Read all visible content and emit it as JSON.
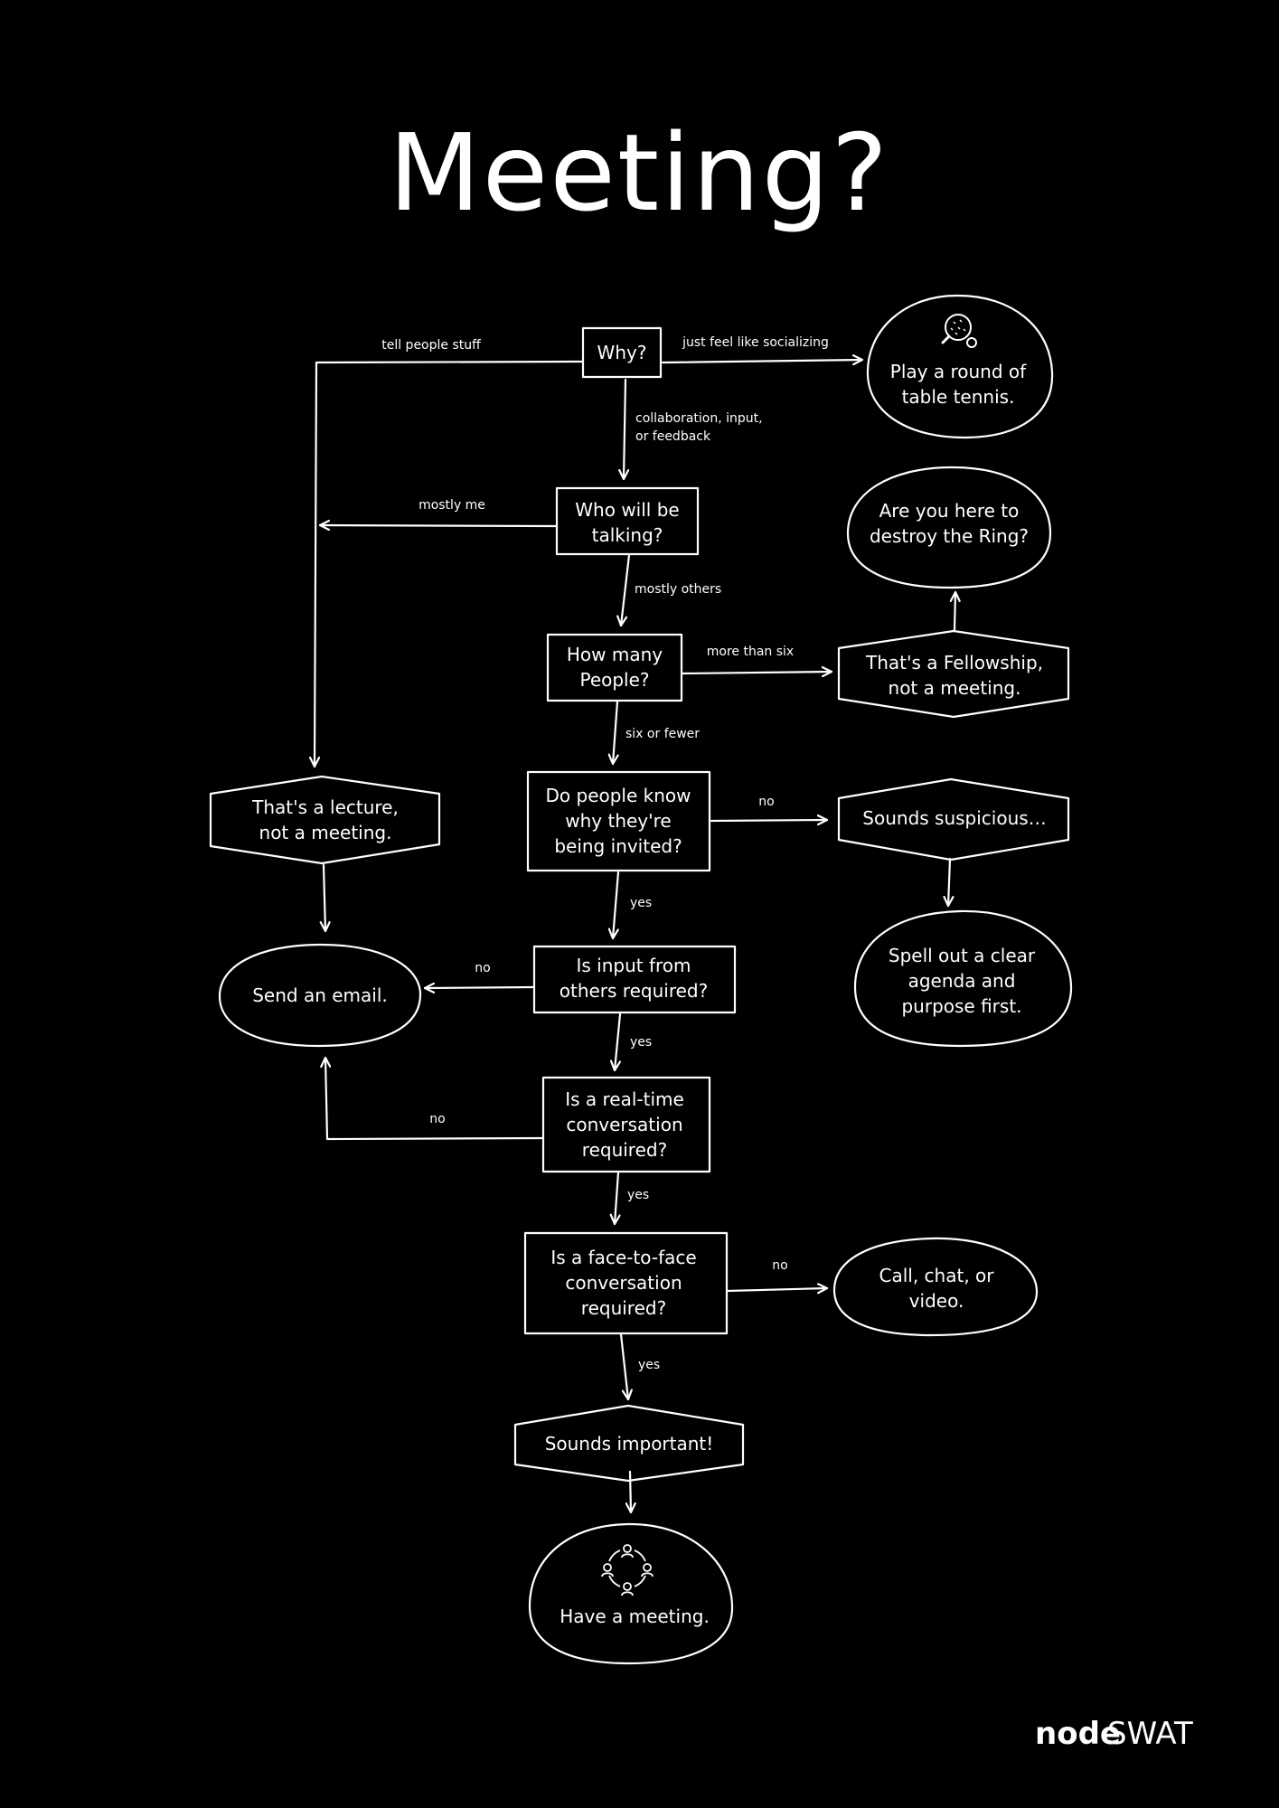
{
  "title": "Meeting?",
  "nodes": {
    "why": "Why?",
    "table_tennis": [
      "Play a round of",
      "table tennis."
    ],
    "who_talking": [
      "Who will be",
      "talking?"
    ],
    "destroy_ring": [
      "Are you here to",
      "destroy the Ring?"
    ],
    "how_many": [
      "How many",
      "People?"
    ],
    "fellowship": [
      "That's a Fellowship,",
      "not a meeting."
    ],
    "lecture": [
      "That's a lecture,",
      "not a meeting."
    ],
    "know_why": [
      "Do people know",
      "why they're",
      "being invited?"
    ],
    "suspicious": "Sounds suspicious…",
    "send_email": "Send an email.",
    "input_required": [
      "Is input from",
      "others required?"
    ],
    "spell_agenda": [
      "Spell out a clear",
      "agenda and",
      "purpose first."
    ],
    "realtime": [
      "Is a real-time",
      "conversation",
      "required?"
    ],
    "face_to_face": [
      "Is a face-to-face",
      "conversation",
      "required?"
    ],
    "call_chat": [
      "Call, chat, or",
      "video."
    ],
    "important": "Sounds important!",
    "have_meeting": "Have a meeting."
  },
  "edges": {
    "tell_people": "tell people stuff",
    "socializing": "just feel like socializing",
    "collaboration": [
      "collaboration, input,",
      "or feedback"
    ],
    "mostly_me": "mostly me",
    "mostly_others": "mostly others",
    "more_than_six": "more than six",
    "six_or_fewer": "six or fewer",
    "know_no": "no",
    "know_yes": "yes",
    "input_no": "no",
    "input_yes": "yes",
    "realtime_no": "no",
    "realtime_yes": "yes",
    "face_no": "no",
    "face_yes": "yes"
  },
  "icons": {
    "table_tennis": "ping-pong-paddle-icon",
    "meeting": "people-circle-icon"
  },
  "logo": {
    "bold": "node",
    "thin": "SWAT"
  },
  "colors": {
    "background": "#000000",
    "foreground": "#ffffff"
  }
}
